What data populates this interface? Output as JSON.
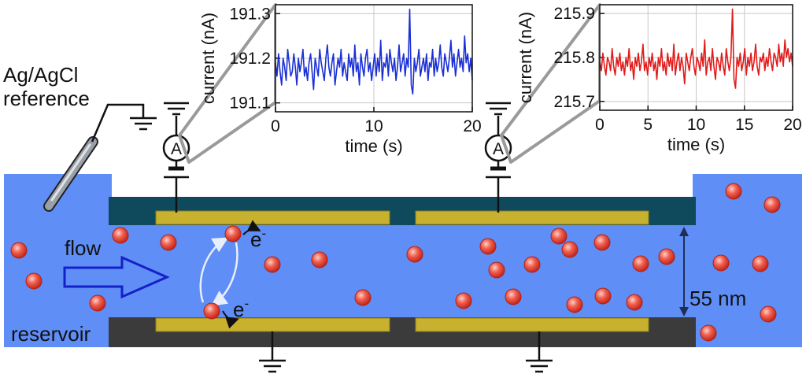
{
  "labels": {
    "reference_line1": "Ag/AgCl",
    "reference_line2": "reference",
    "flow": "flow",
    "reservoir": "reservoir",
    "height": "55 nm",
    "electron_top": "e",
    "electron_bottom": "e",
    "electron_sup": "-",
    "ammeter_left": "A",
    "ammeter_right": "A"
  },
  "colors": {
    "reservoir": "#5f8ef7",
    "dark_teal": "#0f4a5c",
    "dark_gray": "#3b3b3b",
    "electrode": "#c7b12e",
    "particle": "#e8483c",
    "series_left": "#1a2fd6",
    "series_right": "#e21b1b"
  },
  "chart_data": [
    {
      "type": "line",
      "xlabel": "time (s)",
      "ylabel": "current (nA)",
      "xlim": [
        0,
        20
      ],
      "ylim": [
        191.08,
        191.32
      ],
      "xticks": [
        "0",
        "10",
        "20"
      ],
      "yticks": [
        "191.1",
        "191.2",
        "191.3"
      ],
      "grid": true,
      "series": [
        {
          "values": [
            191.19,
            191.16,
            191.21,
            191.17,
            191.14,
            191.2,
            191.18,
            191.15,
            191.22,
            191.19,
            191.16,
            191.17,
            191.21,
            191.18,
            191.14,
            191.2,
            191.17,
            191.19,
            191.22,
            191.16,
            191.18,
            191.15,
            191.19,
            191.21,
            191.17,
            191.13,
            191.2,
            191.18,
            191.16,
            191.22,
            191.19,
            191.17,
            191.15,
            191.2,
            191.23,
            191.18,
            191.16,
            191.19,
            191.21,
            191.14,
            191.17,
            191.2,
            191.18,
            191.22,
            191.16,
            191.19,
            191.17,
            191.15,
            191.21,
            191.18,
            191.2,
            191.16,
            191.23,
            191.17,
            191.19,
            191.14,
            191.21,
            191.18,
            191.16,
            191.2,
            191.22,
            191.17,
            191.19,
            191.15,
            191.18,
            191.21,
            191.16,
            191.2,
            191.17,
            191.24,
            191.15,
            191.19,
            191.18,
            191.21,
            191.16,
            191.22,
            191.19,
            191.17,
            191.2,
            191.15,
            191.18,
            191.23,
            191.17,
            191.19,
            191.21,
            191.16,
            191.2,
            191.18,
            191.31,
            191.14,
            191.12,
            191.2,
            191.17,
            191.19,
            191.22,
            191.16,
            191.18,
            191.2,
            191.17,
            191.21,
            191.15,
            191.19,
            191.18,
            191.22,
            191.16,
            191.2,
            191.17,
            191.19,
            191.23,
            191.18,
            191.16,
            191.21,
            191.19,
            191.17,
            191.2,
            191.24,
            191.18,
            191.21,
            191.16,
            191.19,
            191.22,
            191.18,
            191.2,
            191.17,
            191.25,
            191.19,
            191.21,
            191.17,
            191.2,
            191.15
          ]
        }
      ]
    },
    {
      "type": "line",
      "xlabel": "time (s)",
      "ylabel": "current (nA)",
      "xlim": [
        0,
        20
      ],
      "ylim": [
        215.68,
        215.92
      ],
      "xticks": [
        "0",
        "5",
        "10",
        "15",
        "20"
      ],
      "yticks": [
        "215.7",
        "215.8",
        "215.9"
      ],
      "grid": true,
      "series": [
        {
          "values": [
            215.79,
            215.77,
            215.81,
            215.78,
            215.76,
            215.8,
            215.79,
            215.77,
            215.82,
            215.78,
            215.76,
            215.8,
            215.78,
            215.81,
            215.77,
            215.79,
            215.76,
            215.8,
            215.78,
            215.82,
            215.77,
            215.79,
            215.75,
            215.8,
            215.78,
            215.81,
            215.77,
            215.79,
            215.83,
            215.77,
            215.79,
            215.76,
            215.8,
            215.78,
            215.81,
            215.77,
            215.79,
            215.75,
            215.8,
            215.78,
            215.82,
            215.77,
            215.79,
            215.76,
            215.81,
            215.78,
            215.8,
            215.77,
            215.83,
            215.76,
            215.79,
            215.81,
            215.77,
            215.8,
            215.78,
            215.74,
            215.81,
            215.79,
            215.77,
            215.8,
            215.82,
            215.78,
            215.76,
            215.8,
            215.79,
            215.77,
            215.81,
            215.78,
            215.84,
            215.76,
            215.79,
            215.8,
            215.77,
            215.82,
            215.78,
            215.75,
            215.8,
            215.79,
            215.77,
            215.81,
            215.78,
            215.76,
            215.82,
            215.79,
            215.77,
            215.8,
            215.91,
            215.75,
            215.73,
            215.8,
            215.78,
            215.81,
            215.77,
            215.79,
            215.82,
            215.76,
            215.8,
            215.78,
            215.81,
            215.77,
            215.79,
            215.83,
            215.78,
            215.76,
            215.8,
            215.79,
            215.81,
            215.77,
            215.8,
            215.78,
            215.82,
            215.79,
            215.77,
            215.81,
            215.8,
            215.78,
            215.83,
            215.79,
            215.81,
            215.78,
            215.84,
            215.8,
            215.82,
            215.79,
            215.81,
            215.78
          ]
        }
      ]
    }
  ]
}
